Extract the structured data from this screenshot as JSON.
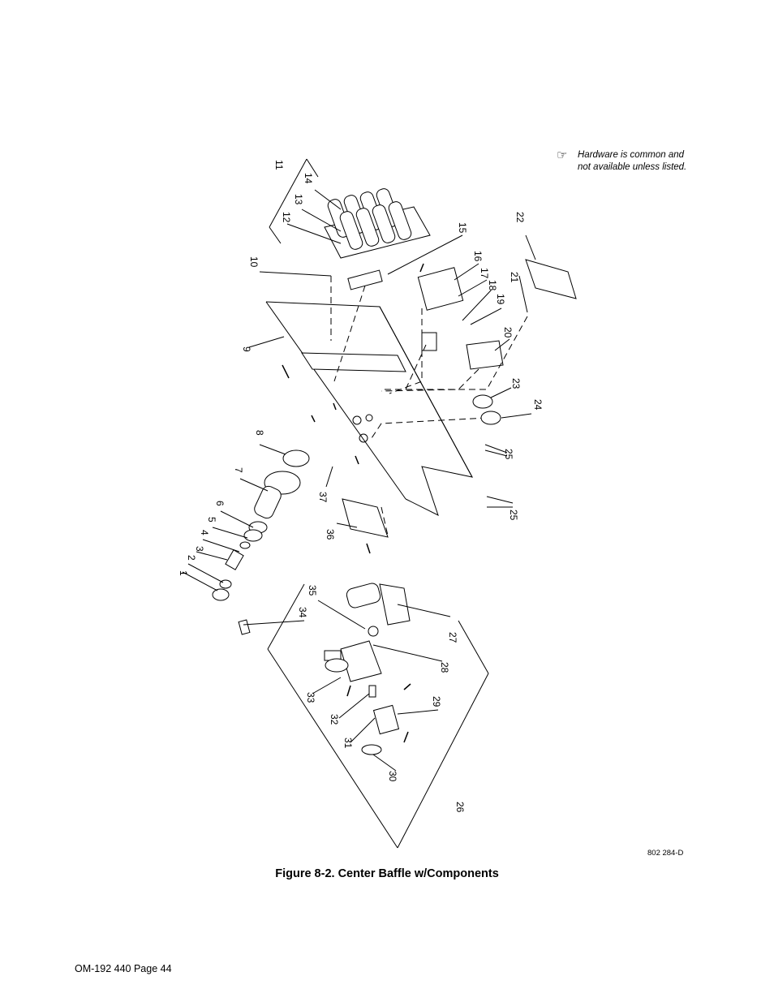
{
  "note": {
    "icon": "pointing-hand-icon",
    "line1": "Hardware is common and",
    "line2": "not available unless listed."
  },
  "callouts": [
    "1",
    "2",
    "3",
    "4",
    "5",
    "6",
    "7",
    "8",
    "9",
    "10",
    "11",
    "12",
    "13",
    "14",
    "15",
    "16",
    "17",
    "18",
    "19",
    "20",
    "21",
    "22",
    "23",
    "24",
    "25",
    "25",
    "26",
    "27",
    "28",
    "29",
    "30",
    "31",
    "32",
    "33",
    "34",
    "35",
    "36",
    "37"
  ],
  "drawing_id": "802 284-D",
  "caption": "Figure 8-2. Center Baffle w/Components",
  "footer": "OM-192 440 Page 44"
}
